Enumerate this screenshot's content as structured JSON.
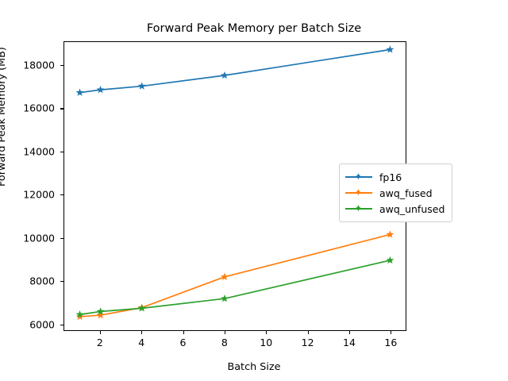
{
  "chart_data": {
    "type": "line",
    "title": "Forward Peak Memory per Batch Size",
    "xlabel": "Batch Size",
    "ylabel": "Forward Peak Memory (MB)",
    "x": [
      1,
      2,
      4,
      8,
      16
    ],
    "xlim": [
      0.25,
      16.75
    ],
    "ylim": [
      5700,
      19100
    ],
    "xticks": [
      2,
      4,
      6,
      8,
      10,
      12,
      14,
      16
    ],
    "yticks": [
      6000,
      8000,
      10000,
      12000,
      14000,
      16000,
      18000
    ],
    "grid": false,
    "legend_position": "center right",
    "marker": "star",
    "series": [
      {
        "name": "fp16",
        "color": "#1f77b4",
        "values": [
          16750,
          16880,
          17050,
          17550,
          18750
        ]
      },
      {
        "name": "awq_fused",
        "color": "#ff7f0e",
        "values": [
          6330,
          6400,
          6750,
          8180,
          10150
        ]
      },
      {
        "name": "awq_unfused",
        "color": "#2ca02c",
        "values": [
          6430,
          6570,
          6720,
          7170,
          8950
        ]
      }
    ]
  }
}
